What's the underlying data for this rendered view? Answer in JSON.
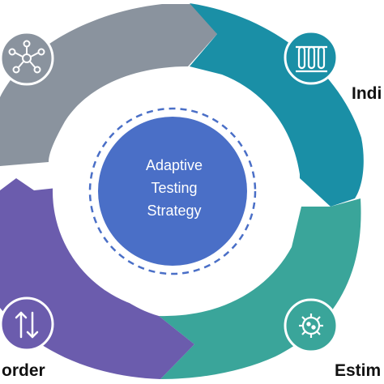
{
  "center": {
    "lines": [
      "Adaptive",
      "Testing",
      "Strategy"
    ],
    "fill": "#4a6fc7",
    "dash_color": "#4a6fc7"
  },
  "segments": [
    {
      "name": "gray",
      "color": "#8a939e",
      "icon": "network-icon"
    },
    {
      "name": "teal",
      "color": "#1a8fa6",
      "icon": "test-tubes-icon"
    },
    {
      "name": "green",
      "color": "#3aa59a",
      "icon": "virus-icon"
    },
    {
      "name": "purple",
      "color": "#6b5cad",
      "icon": "up-down-arrows-icon"
    }
  ],
  "labels": {
    "top_right": "Indi",
    "bottom_right": "Estim",
    "bottom_left": "order"
  }
}
